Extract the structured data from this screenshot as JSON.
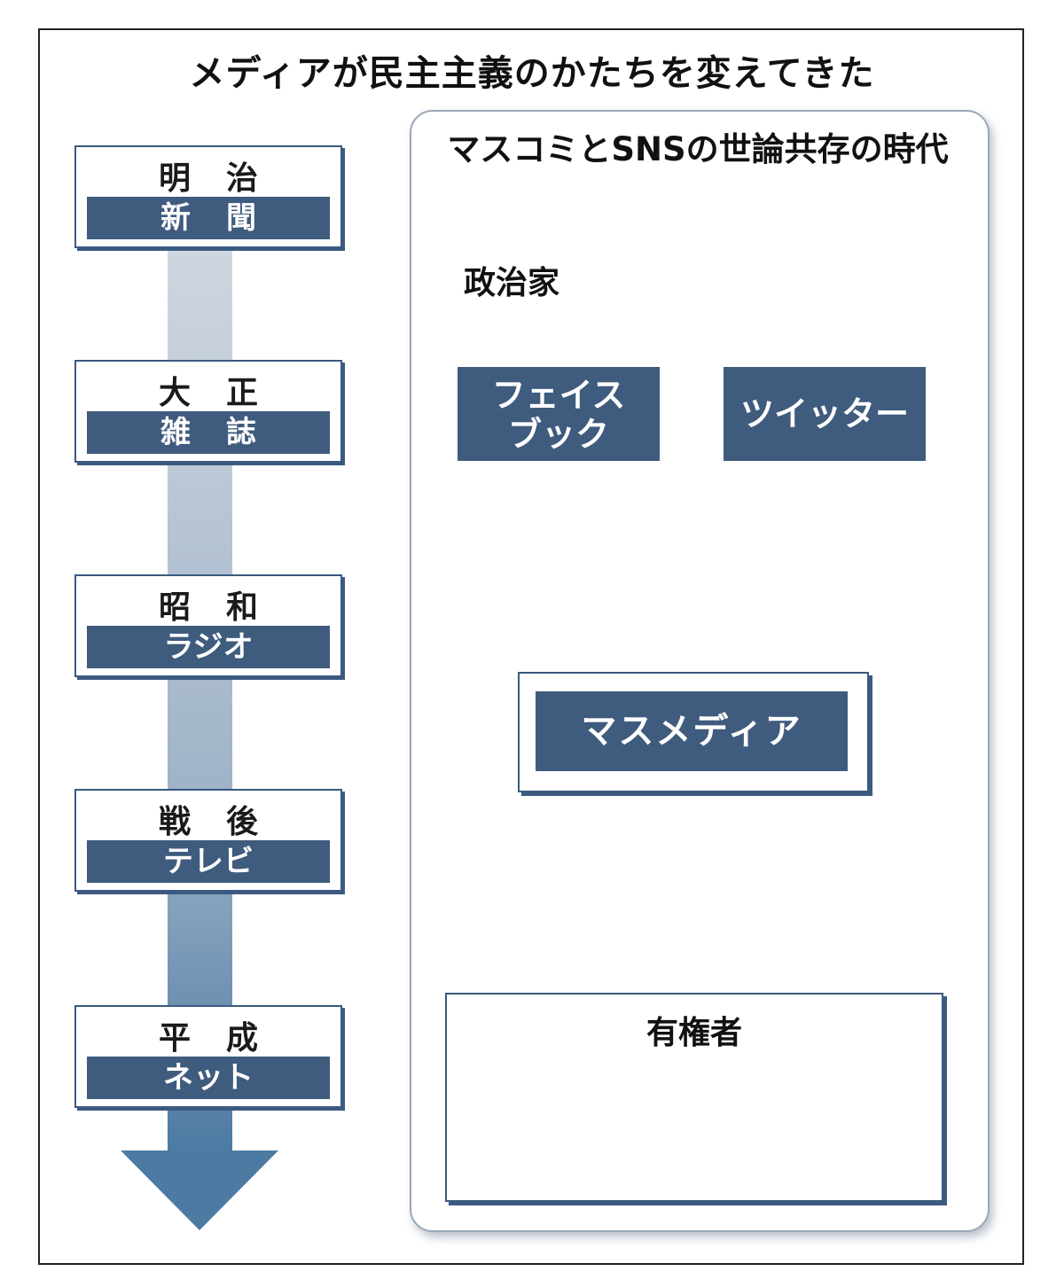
{
  "title": "メディアが民主主義のかたちを変えてきた",
  "eras": [
    {
      "era": "明治",
      "media": "新聞"
    },
    {
      "era": "大正",
      "media": "雑誌"
    },
    {
      "era": "昭和",
      "media": "ラジオ"
    },
    {
      "era": "戦後",
      "media": "テレビ"
    },
    {
      "era": "平成",
      "media": "ネット"
    }
  ],
  "panel": {
    "title": "マスコミとSNSの世論共存の時代",
    "politicians_label": "政治家",
    "facebook_line1": "フェイス",
    "facebook_line2": "ブック",
    "twitter": "ツイッター",
    "mass_media": "マスメディア",
    "voters_label": "有権者"
  },
  "colors": {
    "navy": "#3f5b7e",
    "arrow_light": "#c9d1dc",
    "arrow_mid": "#5e83a8"
  }
}
